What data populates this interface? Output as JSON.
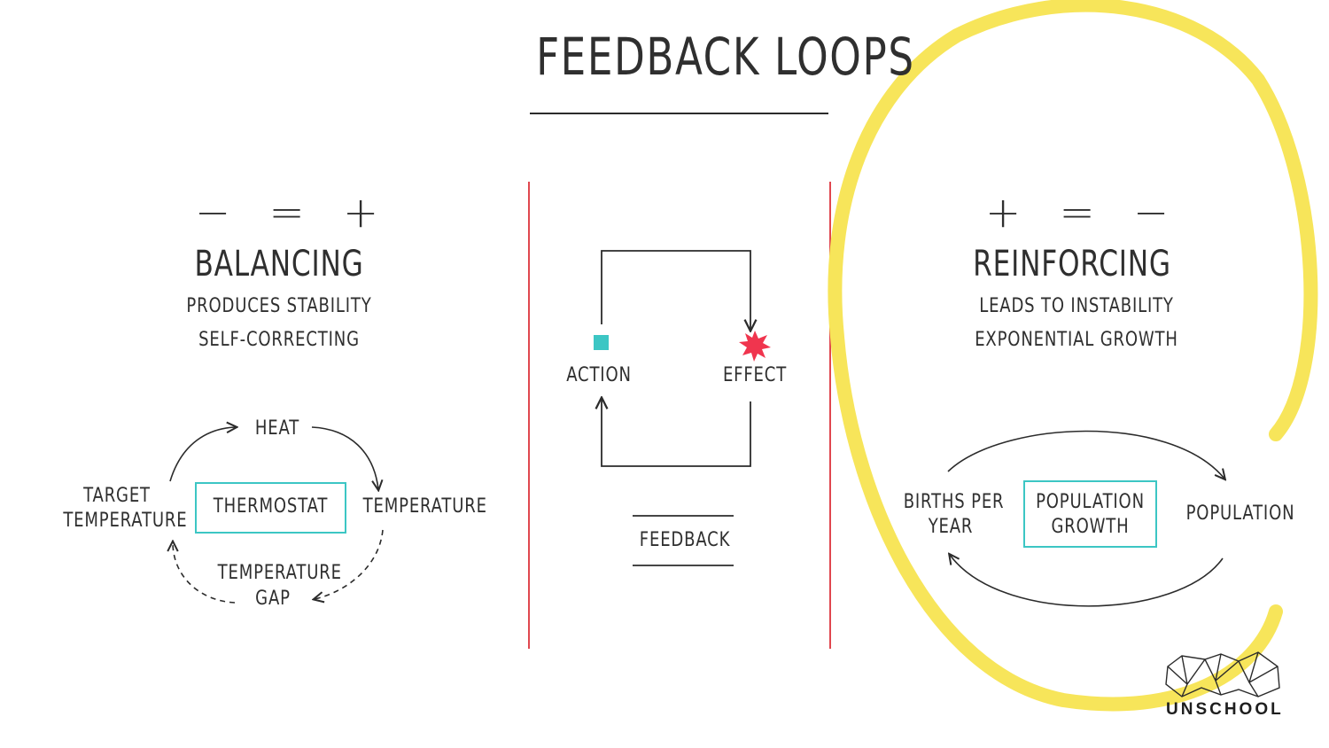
{
  "title": "FEEDBACK LOOPS",
  "balancing": {
    "symbol": "− = +",
    "heading": "BALANCING",
    "line1": "PRODUCES  STABILITY",
    "line2": "SELF-CORRECTING",
    "center_box": "THERMOSTAT",
    "nodes": {
      "top": "HEAT",
      "right": "TEMPERATURE",
      "left_line1": "TARGET",
      "left_line2": "TEMPERATURE",
      "bottom_line1": "TEMPERATURE",
      "bottom_line2": "GAP"
    }
  },
  "center": {
    "action": "ACTION",
    "effect": "EFFECT",
    "feedback": "FEEDBACK"
  },
  "reinforcing": {
    "symbol": "+ = −",
    "heading": "REINFORCING",
    "line1": "LEADS TO INSTABILITY",
    "line2": "EXPONENTIAL GROWTH",
    "center_box_line1": "POPULATION",
    "center_box_line2": "GROWTH",
    "left_line1": "BIRTHS PER",
    "left_line2": "YEAR",
    "right": "POPULATION"
  },
  "logo": {
    "icon": "crystal-outline-logo-icon",
    "text": "UNSCHOOL"
  },
  "colors": {
    "divider": "#e0474f",
    "teal": "#3cc6c4",
    "highlight": "#f7e55a",
    "burst": "#f0354e",
    "ink": "#2b2b2b"
  }
}
